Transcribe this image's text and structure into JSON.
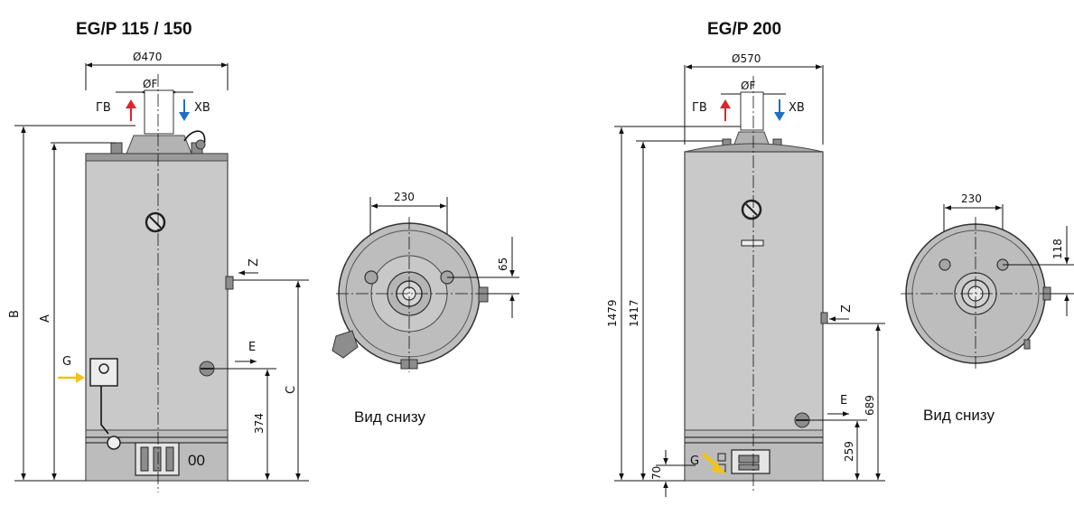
{
  "left": {
    "title": "EG/P 115 / 150",
    "diameter": "Ø470",
    "flue": "ØF",
    "hot": "ГВ",
    "cold": "ХВ",
    "label_b": "B",
    "label_a": "A",
    "label_g": "G",
    "label_z": "Z",
    "label_e": "E",
    "label_c": "C",
    "dim_374": "374",
    "bottom_230": "230",
    "bottom_65": "65",
    "bottom_caption": "Вид снизу"
  },
  "right": {
    "title": "EG/P 200",
    "diameter": "Ø570",
    "flue": "ØF",
    "hot": "ГВ",
    "cold": "ХВ",
    "dim_1479": "1479",
    "dim_1417": "1417",
    "label_g": "G",
    "label_z": "Z",
    "label_e": "E",
    "dim_689": "689",
    "dim_259": "259",
    "dim_70": "70",
    "bottom_230": "230",
    "bottom_118": "118",
    "bottom_caption": "Вид снизу"
  },
  "colors": {
    "hot_arrow": "#e0242a",
    "cold_arrow": "#1f6fc4",
    "gas_arrow": "#f2c318"
  }
}
